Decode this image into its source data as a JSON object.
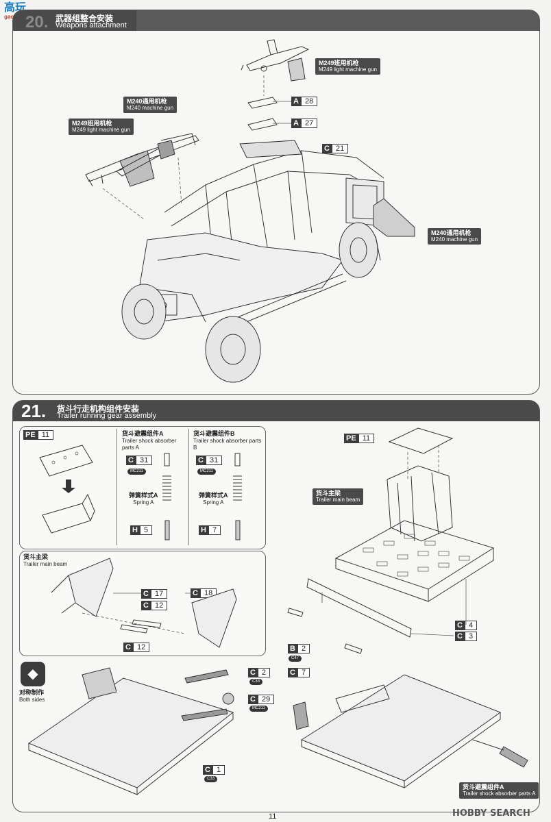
{
  "watermark_top": {
    "title": "高玩",
    "url": "gaowan.com"
  },
  "step20": {
    "number": "20.",
    "title_cn": "武器组整合安装",
    "title_en": "Weapons attachment",
    "labels": [
      {
        "cn": "M249班用机枪",
        "en": "M249 light machine gun"
      },
      {
        "cn": "M240通用机枪",
        "en": "M240 machine gun"
      },
      {
        "cn": "M249班用机枪",
        "en": "M249 light machine gun"
      },
      {
        "cn": "M240通用机枪",
        "en": "M240 machine gun"
      }
    ],
    "parts": [
      {
        "letter": "A",
        "num": "28"
      },
      {
        "letter": "A",
        "num": "27"
      },
      {
        "letter": "C",
        "num": "21"
      }
    ]
  },
  "step21": {
    "number": "21.",
    "title_cn": "货斗行走机构组件安装",
    "title_en": "Trailer running gear assembly",
    "pe_part": {
      "letter": "PE",
      "num": "11"
    },
    "shock_a": {
      "cn": "货斗避震组件A",
      "en": "Trailer shock absorber parts A",
      "part_c": "31",
      "mc": "MC211",
      "spring_cn": "弹簧样式A",
      "spring_en": "Spring A",
      "part_h": "5"
    },
    "shock_b": {
      "cn": "货斗避震组件B",
      "en": "Trailer shock absorber parts B",
      "part_c": "31",
      "mc": "MC211",
      "spring_cn": "弹簧样式A",
      "spring_en": "Spring A",
      "part_h": "7"
    },
    "beam_box": {
      "cn": "货斗主梁",
      "en": "Trailer main beam",
      "parts": [
        "17",
        "12",
        "18",
        "12"
      ]
    },
    "right_main": {
      "pe": "11",
      "beam_cn": "货斗主梁",
      "beam_en": "Trailer main beam",
      "c4": "4",
      "c3": "3",
      "b2": "2",
      "c47": "C47"
    },
    "both_sides": {
      "cn": "对称制作",
      "en": "Both sides"
    },
    "bottom_left_parts": [
      {
        "letter": "C",
        "num": "2",
        "tag": "C33"
      },
      {
        "letter": "C",
        "num": "29",
        "tag": "MC211"
      },
      {
        "letter": "C",
        "num": "1",
        "tag": "C33"
      }
    ],
    "bottom_right": {
      "part_c": "7",
      "shock_cn": "货斗避震组件A",
      "shock_en": "Trailer shock absorber parts A"
    }
  },
  "page_number": "11",
  "watermark_bottom": "HOBBY SEARCH"
}
